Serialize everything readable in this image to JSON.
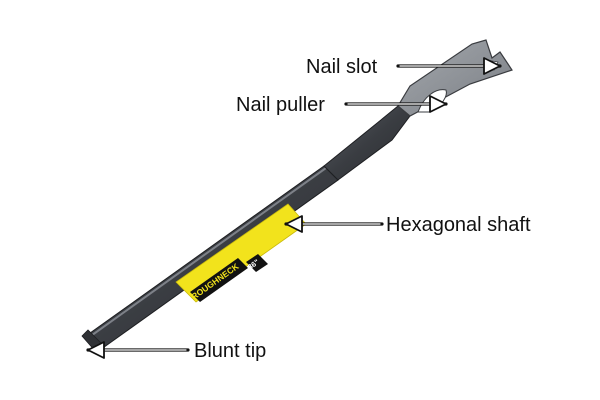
{
  "product": {
    "brand": "ROUGHNECK",
    "size_badge": "36\"",
    "colors": {
      "metal": "#3d4045",
      "metal_highlight": "#6a6e75",
      "head": "#8a8e94",
      "sleeve": "#f2e31c",
      "ink": "#111111"
    }
  },
  "callouts": [
    {
      "label": "Nail slot"
    },
    {
      "label": "Nail puller"
    },
    {
      "label": "Hexagonal shaft"
    },
    {
      "label": "Blunt tip"
    }
  ]
}
